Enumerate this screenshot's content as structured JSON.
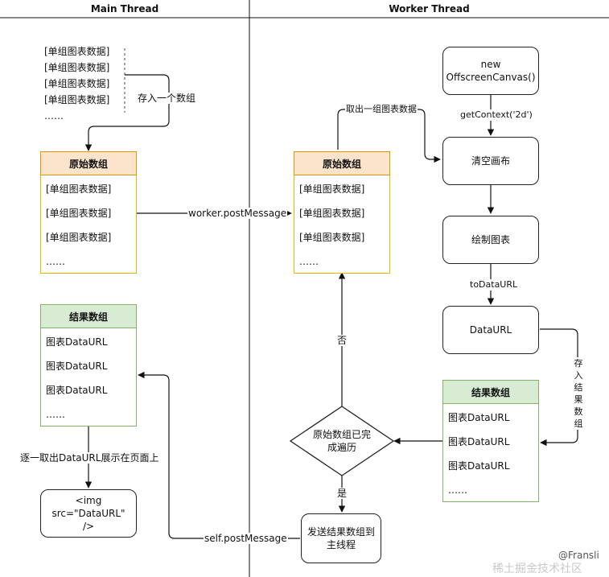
{
  "lanes": {
    "main": "Main Thread",
    "worker": "Worker Thread"
  },
  "main": {
    "queue_items": [
      "[单组图表数据]",
      "[单组图表数据]",
      "[单组图表数据]",
      "[单组图表数据]",
      "……"
    ],
    "push_label": "存入一个数组",
    "raw_array": {
      "title": "原始数组",
      "rows": [
        "[单组图表数据]",
        "[单组图表数据]",
        "[单组图表数据]",
        "……"
      ]
    },
    "result_array": {
      "title": "结果数组",
      "rows": [
        "图表DataURL",
        "图表DataURL",
        "图表DataURL",
        "……"
      ]
    },
    "display_label": "逐一取出DataURL展示在页面上",
    "img_box": "<img src=\"DataURL\" />"
  },
  "worker": {
    "offscreen_box": "new OffscreenCanvas()",
    "get_context_label": "getContext('2d')",
    "take_label": "取出一组图表数据",
    "clear_box": "清空画布",
    "draw_box": "绘制图表",
    "to_data_url_label": "toDataURL",
    "dataurl_box": "DataURL",
    "store_label": "存入结果数组",
    "raw_array": {
      "title": "原始数组",
      "rows": [
        "[单组图表数据]",
        "[单组图表数据]",
        "[单组图表数据]",
        "……"
      ]
    },
    "result_array": {
      "title": "结果数组",
      "rows": [
        "图表DataURL",
        "图表DataURL",
        "图表DataURL",
        "……"
      ]
    },
    "decision": "原始数组已完成遍历",
    "no_label": "否",
    "yes_label": "是",
    "send_box": "发送结果数组到主线程"
  },
  "edges": {
    "worker_post": "worker.postMessage",
    "self_post": "self.postMessage"
  },
  "watermark": {
    "author": "@Fransli",
    "site": "稀土掘金技术社区"
  },
  "colors": {
    "orange_fill": "#fbe3cc",
    "orange_border": "#d79b00",
    "green_fill": "#d7ecd3",
    "green_border": "#82b366",
    "yellow_border": "#e6b800"
  }
}
